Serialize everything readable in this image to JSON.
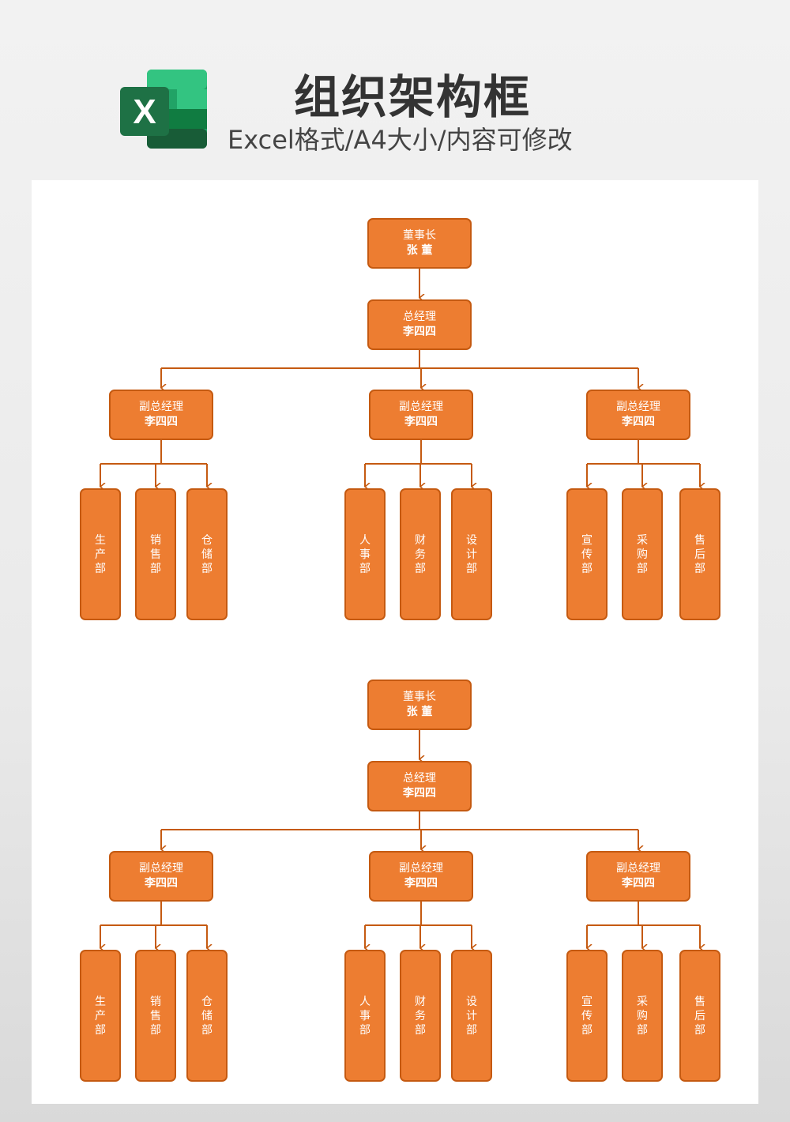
{
  "header": {
    "title": "组织架构框",
    "subtitle": "Excel格式/A4大小/内容可修改",
    "logo_letter": "X"
  },
  "colors": {
    "box_fill": "#ed7d31",
    "box_border": "#c55a11",
    "connector": "#c55a11",
    "excel_green": "#1e7145"
  },
  "org_charts": [
    {
      "chairman": {
        "role": "董事长",
        "name": "张 董"
      },
      "gm": {
        "role": "总经理",
        "name": "李四四"
      },
      "deputies": [
        {
          "role": "副总经理",
          "name": "李四四",
          "departments": [
            "生产部",
            "销售部",
            "仓储部"
          ]
        },
        {
          "role": "副总经理",
          "name": "李四四",
          "departments": [
            "人事部",
            "财务部",
            "设计部"
          ]
        },
        {
          "role": "副总经理",
          "name": "李四四",
          "departments": [
            "宣传部",
            "采购部",
            "售后部"
          ]
        }
      ]
    },
    {
      "chairman": {
        "role": "董事长",
        "name": "张 董"
      },
      "gm": {
        "role": "总经理",
        "name": "李四四"
      },
      "deputies": [
        {
          "role": "副总经理",
          "name": "李四四",
          "departments": [
            "生产部",
            "销售部",
            "仓储部"
          ]
        },
        {
          "role": "副总经理",
          "name": "李四四",
          "departments": [
            "人事部",
            "财务部",
            "设计部"
          ]
        },
        {
          "role": "副总经理",
          "name": "李四四",
          "departments": [
            "宣传部",
            "采购部",
            "售后部"
          ]
        }
      ]
    }
  ]
}
